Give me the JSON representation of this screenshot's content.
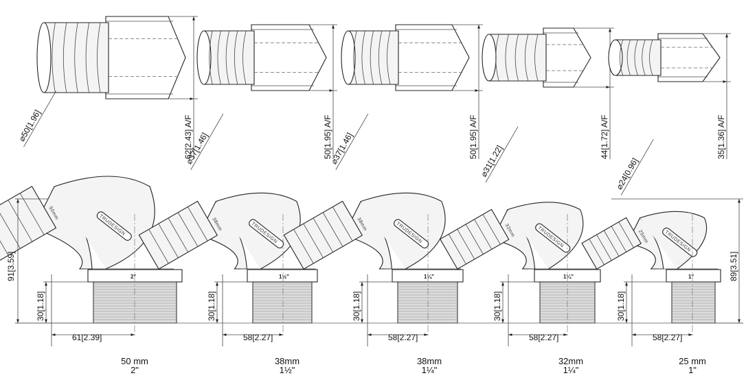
{
  "colors": {
    "line": "#222222",
    "fill": "#f4f4f4",
    "thread": "#dddddd",
    "dim": "#444444"
  },
  "fittings": [
    {
      "caption_mm": "50 mm",
      "caption_in": "2\"",
      "af_mm": "62",
      "af_in": "2.43",
      "af_unit": "A/F",
      "dia_sym": "⌀",
      "dia_mm": "50",
      "dia_in": "1.96",
      "height_mm": "91",
      "height_in": "3.59",
      "thread_mm": "30",
      "thread_in": "1.18",
      "width_mm": "61",
      "width_in": "2.39",
      "thread_label": "2\"",
      "tail_label": "50mm",
      "brand": "TRUDESIGN"
    },
    {
      "caption_mm": "38mm",
      "caption_in": "1½\"",
      "af_mm": "50",
      "af_in": "1.95",
      "af_unit": "A/F",
      "dia_sym": "⌀",
      "dia_mm": "37",
      "dia_in": "1.46",
      "height_mm": "",
      "height_in": "",
      "thread_mm": "30",
      "thread_in": "1.18",
      "width_mm": "58",
      "width_in": "2.27",
      "thread_label": "1½\"",
      "tail_label": "38mm",
      "brand": "TRUDESIGN"
    },
    {
      "caption_mm": "38mm",
      "caption_in": "1¼\"",
      "af_mm": "50",
      "af_in": "1.95",
      "af_unit": "A/F",
      "dia_sym": "⌀",
      "dia_mm": "37",
      "dia_in": "1.46",
      "height_mm": "",
      "height_in": "",
      "thread_mm": "30",
      "thread_in": "1.18",
      "width_mm": "58",
      "width_in": "2.27",
      "thread_label": "1¼\"",
      "tail_label": "38mm",
      "brand": "TRUDESIGN"
    },
    {
      "caption_mm": "32mm",
      "caption_in": "1¼\"",
      "af_mm": "44",
      "af_in": "1.72",
      "af_unit": "A/F",
      "dia_sym": "⌀",
      "dia_mm": "31",
      "dia_in": "1.22",
      "height_mm": "",
      "height_in": "",
      "thread_mm": "30",
      "thread_in": "1.18",
      "width_mm": "58",
      "width_in": "2.27",
      "thread_label": "1¼\"",
      "tail_label": "32mm",
      "brand": "TRUDESIGN"
    },
    {
      "caption_mm": "25 mm",
      "caption_in": "1\"",
      "af_mm": "35",
      "af_in": "1.36",
      "af_unit": "A/F",
      "dia_sym": "⌀",
      "dia_mm": "24",
      "dia_in": "0.96",
      "height_mm": "89",
      "height_in": "3.51",
      "thread_mm": "30",
      "thread_in": "1.18",
      "width_mm": "58",
      "width_in": "2.27",
      "thread_label": "1\"",
      "tail_label": "25mm",
      "brand": "TRUDESIGN"
    }
  ]
}
